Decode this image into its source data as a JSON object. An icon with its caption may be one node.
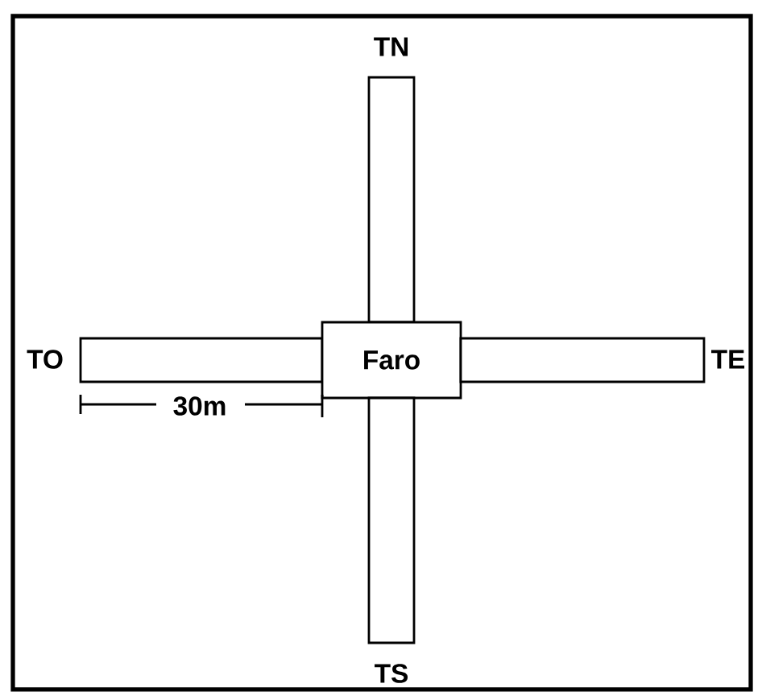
{
  "diagram": {
    "nodes": [
      {
        "text": [],
        "shape": "bar",
        "beside": [
          "TN"
        ]
      },
      {
        "text": [],
        "shape": "bar",
        "beside": [
          "TO"
        ]
      },
      {
        "text": [
          "Faro"
        ]
      },
      {
        "text": [],
        "shape": "bar",
        "beside": [
          "TE"
        ]
      },
      {
        "text": [],
        "shape": "bar",
        "beside": [
          "TS"
        ]
      }
    ],
    "labels": [
      "30m"
    ]
  }
}
